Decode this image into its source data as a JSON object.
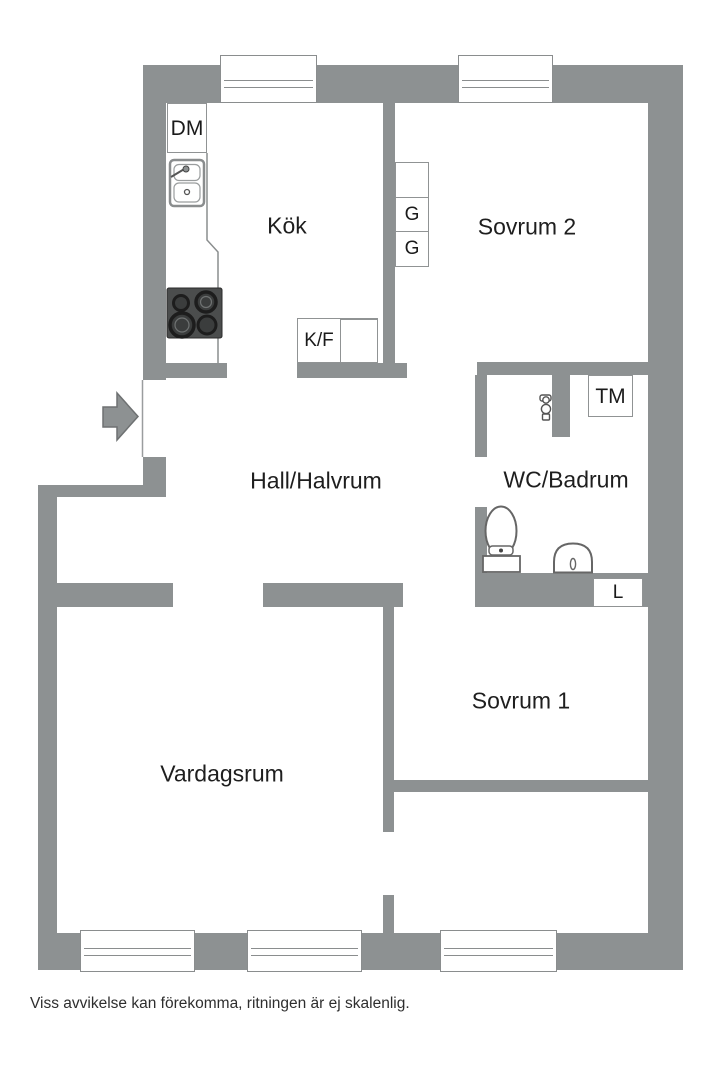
{
  "floorplan": {
    "rooms": [
      {
        "id": "kok",
        "label": "Kök"
      },
      {
        "id": "sovrum2",
        "label": "Sovrum 2"
      },
      {
        "id": "hall",
        "label": "Hall/Halvrum"
      },
      {
        "id": "wc-badrum",
        "label": "WC/Badrum"
      },
      {
        "id": "sovrum1",
        "label": "Sovrum 1"
      },
      {
        "id": "vardagsrum",
        "label": "Vardagsrum"
      }
    ],
    "cabinets": [
      {
        "id": "dm",
        "label": "DM"
      },
      {
        "id": "closet-top",
        "label": ""
      },
      {
        "id": "closet-mid",
        "label": "G"
      },
      {
        "id": "closet-bottom",
        "label": "G"
      },
      {
        "id": "kf",
        "label": "K/F"
      },
      {
        "id": "kf-extra",
        "label": ""
      },
      {
        "id": "tm",
        "label": "TM"
      },
      {
        "id": "l",
        "label": "L"
      }
    ],
    "disclaimer": "Viss avvikelse kan förekomma, ritningen är ej skalenlig.",
    "colors": {
      "wall": "#8d9192",
      "stove": "#4b4d4d",
      "fixture_outline": "#6e7172",
      "text": "#1e1e1e"
    }
  }
}
